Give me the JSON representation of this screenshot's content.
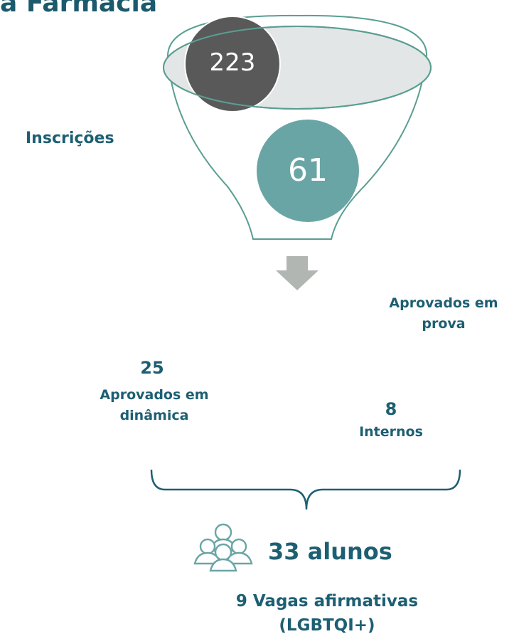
{
  "title": "a Farmácia",
  "funnel": {
    "top_count": "223",
    "mid_count": "61",
    "left_label": "Inscrições",
    "right_label": "Aprovados em prova"
  },
  "groups": [
    {
      "count": "25",
      "label": "Aprovados em dinâmica"
    },
    {
      "count": "8",
      "label": "Internos"
    }
  ],
  "total": {
    "label": "33 alunos",
    "icon": "people-group-icon"
  },
  "note": "9 Vagas afirmativas (LGBTQI+)",
  "colors": {
    "dark_circle": "#595959",
    "teal_circle": "#6aa5a5",
    "funnel_stroke": "#5a9e92",
    "ellipse_fill": "#e3e6e6",
    "arrow": "#b1b6b3",
    "text": "#1d5f72"
  }
}
